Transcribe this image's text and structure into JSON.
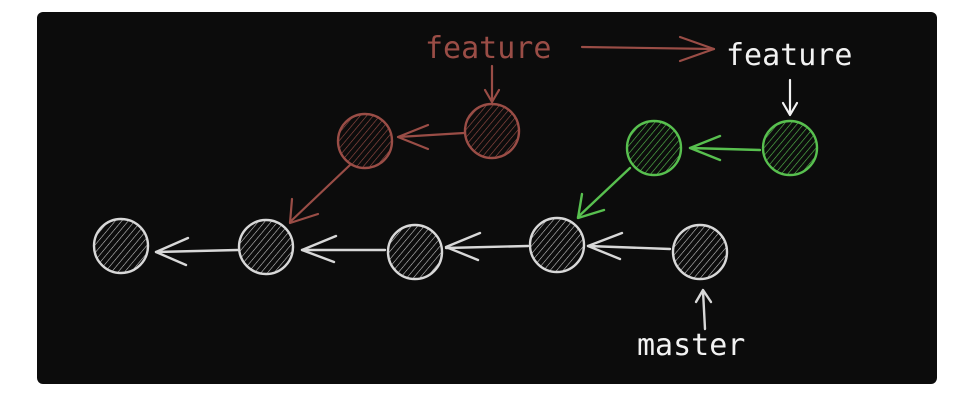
{
  "labels": {
    "old_feature": "feature",
    "new_feature": "feature",
    "master": "master"
  },
  "colors": {
    "background": "#0c0c0c",
    "master_commit": "#d8d8d8",
    "old_feature": "#9a4d46",
    "new_feature": "#58c04f",
    "label_white": "#f2f2f2"
  },
  "commits": [
    {
      "id": "m1",
      "branch": "master"
    },
    {
      "id": "m2",
      "branch": "master"
    },
    {
      "id": "m3",
      "branch": "master"
    },
    {
      "id": "m4",
      "branch": "master"
    },
    {
      "id": "m5",
      "branch": "master"
    },
    {
      "id": "f_old_1",
      "branch": "old-feature"
    },
    {
      "id": "f_old_2",
      "branch": "old-feature"
    },
    {
      "id": "f_new_1",
      "branch": "new-feature"
    },
    {
      "id": "f_new_2",
      "branch": "new-feature"
    }
  ]
}
